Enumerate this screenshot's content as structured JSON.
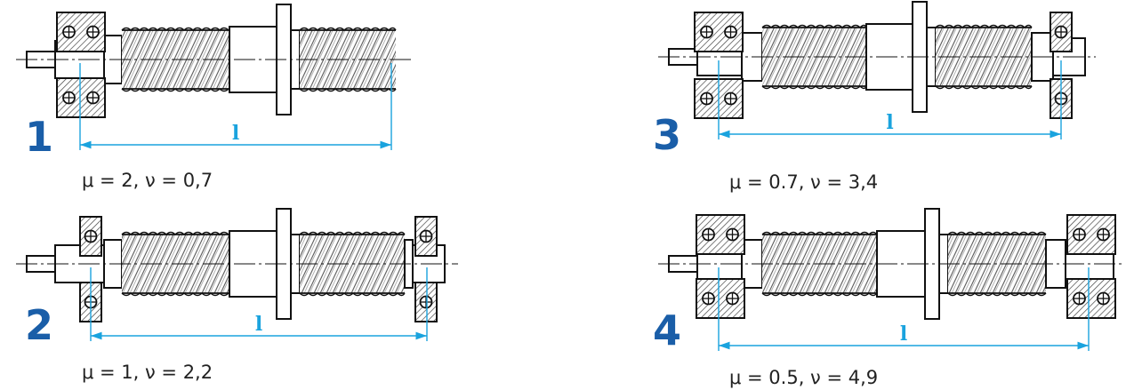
{
  "colors": {
    "line": "#111111",
    "hatch": "#444444",
    "dimension": "#1aa3de",
    "number": "#1a5ea8",
    "text": "#222222"
  },
  "configs": [
    {
      "number": "1",
      "dim_label": "l",
      "formula": "μ = 2,  ν = 0,7"
    },
    {
      "number": "2",
      "dim_label": "l",
      "formula": "μ = 1,  ν = 2,2"
    },
    {
      "number": "3",
      "dim_label": "l",
      "formula": "μ = 0.7, ν = 3,4"
    },
    {
      "number": "4",
      "dim_label": "l",
      "formula": "μ = 0.5, ν = 4,9"
    }
  ]
}
